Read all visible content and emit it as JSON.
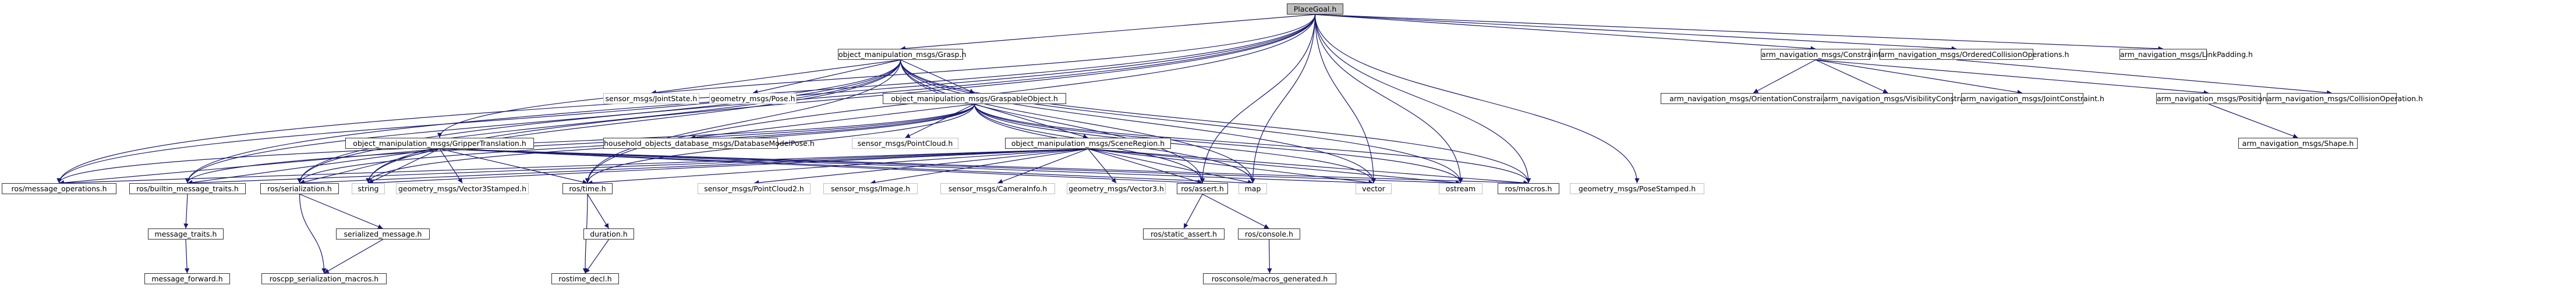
{
  "graph": {
    "title": "PlaceGoal.h",
    "edge_color": "#191970",
    "nodes": [
      {
        "id": "placegoal",
        "label": "PlaceGoal.h",
        "kind": "root"
      },
      {
        "id": "grasp",
        "label": "object_manipulation_msgs/Grasp.h",
        "kind": "doc"
      },
      {
        "id": "constraints",
        "label": "arm_navigation_msgs/Constraints.h",
        "kind": "doc"
      },
      {
        "id": "orderedcoll",
        "label": "arm_navigation_msgs/OrderedCollisionOperations.h",
        "kind": "doc"
      },
      {
        "id": "linkpadding",
        "label": "arm_navigation_msgs/LinkPadding.h",
        "kind": "doc"
      },
      {
        "id": "jointstate",
        "label": "sensor_msgs/JointState.h",
        "kind": "ext"
      },
      {
        "id": "pose",
        "label": "geometry_msgs/Pose.h",
        "kind": "ext"
      },
      {
        "id": "graspable",
        "label": "object_manipulation_msgs/GraspableObject.h",
        "kind": "doc"
      },
      {
        "id": "orientation",
        "label": "arm_navigation_msgs/OrientationConstraint.h",
        "kind": "doc"
      },
      {
        "id": "visibility",
        "label": "arm_navigation_msgs/VisibilityConstraint.h",
        "kind": "doc"
      },
      {
        "id": "jointconstraint",
        "label": "arm_navigation_msgs/JointConstraint.h",
        "kind": "doc"
      },
      {
        "id": "positionconstraint",
        "label": "arm_navigation_msgs/PositionConstraint.h",
        "kind": "doc"
      },
      {
        "id": "collisionop",
        "label": "arm_navigation_msgs/CollisionOperation.h",
        "kind": "doc"
      },
      {
        "id": "dbmodelpose",
        "label": "household_objects_database_msgs/DatabaseModelPose.h",
        "kind": "doc"
      },
      {
        "id": "pointcloud",
        "label": "sensor_msgs/PointCloud.h",
        "kind": "ext"
      },
      {
        "id": "grippertrans",
        "label": "object_manipulation_msgs/GripperTranslation.h",
        "kind": "doc"
      },
      {
        "id": "sceneregion",
        "label": "object_manipulation_msgs/SceneRegion.h",
        "kind": "doc"
      },
      {
        "id": "shape",
        "label": "arm_navigation_msgs/Shape.h",
        "kind": "doc"
      },
      {
        "id": "msgops",
        "label": "ros/message_operations.h",
        "kind": "doc"
      },
      {
        "id": "builtintraits",
        "label": "ros/builtin_message_traits.h",
        "kind": "doc"
      },
      {
        "id": "serialization",
        "label": "ros/serialization.h",
        "kind": "doc"
      },
      {
        "id": "string",
        "label": "string",
        "kind": "ext"
      },
      {
        "id": "vec3stamped",
        "label": "geometry_msgs/Vector3Stamped.h",
        "kind": "ext"
      },
      {
        "id": "rostime",
        "label": "ros/time.h",
        "kind": "doc"
      },
      {
        "id": "pointcloud2",
        "label": "sensor_msgs/PointCloud2.h",
        "kind": "ext"
      },
      {
        "id": "image",
        "label": "sensor_msgs/Image.h",
        "kind": "ext"
      },
      {
        "id": "camerainfo",
        "label": "sensor_msgs/CameraInfo.h",
        "kind": "ext"
      },
      {
        "id": "vector3",
        "label": "geometry_msgs/Vector3.h",
        "kind": "ext"
      },
      {
        "id": "assert",
        "label": "ros/assert.h",
        "kind": "doc"
      },
      {
        "id": "map",
        "label": "map",
        "kind": "ext"
      },
      {
        "id": "vector",
        "label": "vector",
        "kind": "ext"
      },
      {
        "id": "ostream",
        "label": "ostream",
        "kind": "ext"
      },
      {
        "id": "macros",
        "label": "ros/macros.h",
        "kind": "doc"
      },
      {
        "id": "posestamped",
        "label": "geometry_msgs/PoseStamped.h",
        "kind": "ext"
      },
      {
        "id": "msgtraits",
        "label": "message_traits.h",
        "kind": "doc"
      },
      {
        "id": "serializedmsg",
        "label": "serialized_message.h",
        "kind": "doc"
      },
      {
        "id": "duration",
        "label": "duration.h",
        "kind": "doc"
      },
      {
        "id": "staticassert",
        "label": "ros/static_assert.h",
        "kind": "doc"
      },
      {
        "id": "console",
        "label": "ros/console.h",
        "kind": "doc"
      },
      {
        "id": "msgforward",
        "label": "message_forward.h",
        "kind": "doc"
      },
      {
        "id": "serializationmacros",
        "label": "roscpp_serialization_macros.h",
        "kind": "doc"
      },
      {
        "id": "rostimedecl",
        "label": "rostime_decl.h",
        "kind": "doc"
      },
      {
        "id": "macrosgenerated",
        "label": "rosconsole/macros_generated.h",
        "kind": "doc"
      }
    ],
    "edges": [
      [
        "placegoal",
        "grasp"
      ],
      [
        "placegoal",
        "constraints"
      ],
      [
        "placegoal",
        "orderedcoll"
      ],
      [
        "placegoal",
        "linkpadding"
      ],
      [
        "placegoal",
        "msgops"
      ],
      [
        "placegoal",
        "builtintraits"
      ],
      [
        "placegoal",
        "serialization"
      ],
      [
        "placegoal",
        "string"
      ],
      [
        "placegoal",
        "vector"
      ],
      [
        "placegoal",
        "map"
      ],
      [
        "placegoal",
        "ostream"
      ],
      [
        "placegoal",
        "rostime"
      ],
      [
        "placegoal",
        "assert"
      ],
      [
        "placegoal",
        "macros"
      ],
      [
        "placegoal",
        "posestamped"
      ],
      [
        "placegoal",
        "grippertrans"
      ],
      [
        "grasp",
        "jointstate"
      ],
      [
        "grasp",
        "pose"
      ],
      [
        "grasp",
        "graspable"
      ],
      [
        "grasp",
        "msgops"
      ],
      [
        "grasp",
        "builtintraits"
      ],
      [
        "grasp",
        "serialization"
      ],
      [
        "grasp",
        "string"
      ],
      [
        "grasp",
        "vector"
      ],
      [
        "grasp",
        "map"
      ],
      [
        "grasp",
        "ostream"
      ],
      [
        "grasp",
        "rostime"
      ],
      [
        "grasp",
        "assert"
      ],
      [
        "grasp",
        "macros"
      ],
      [
        "graspable",
        "dbmodelpose"
      ],
      [
        "graspable",
        "pointcloud"
      ],
      [
        "graspable",
        "sceneregion"
      ],
      [
        "graspable",
        "msgops"
      ],
      [
        "graspable",
        "builtintraits"
      ],
      [
        "graspable",
        "serialization"
      ],
      [
        "graspable",
        "string"
      ],
      [
        "graspable",
        "vector"
      ],
      [
        "graspable",
        "map"
      ],
      [
        "graspable",
        "ostream"
      ],
      [
        "graspable",
        "rostime"
      ],
      [
        "graspable",
        "assert"
      ],
      [
        "graspable",
        "macros"
      ],
      [
        "grippertrans",
        "vec3stamped"
      ],
      [
        "grippertrans",
        "msgops"
      ],
      [
        "grippertrans",
        "builtintraits"
      ],
      [
        "grippertrans",
        "serialization"
      ],
      [
        "grippertrans",
        "string"
      ],
      [
        "grippertrans",
        "rostime"
      ],
      [
        "grippertrans",
        "vector"
      ],
      [
        "grippertrans",
        "map"
      ],
      [
        "grippertrans",
        "ostream"
      ],
      [
        "grippertrans",
        "assert"
      ],
      [
        "grippertrans",
        "macros"
      ],
      [
        "sceneregion",
        "pointcloud2"
      ],
      [
        "sceneregion",
        "image"
      ],
      [
        "sceneregion",
        "camerainfo"
      ],
      [
        "sceneregion",
        "vector3"
      ],
      [
        "sceneregion",
        "assert"
      ],
      [
        "sceneregion",
        "map"
      ],
      [
        "sceneregion",
        "vector"
      ],
      [
        "sceneregion",
        "ostream"
      ],
      [
        "sceneregion",
        "macros"
      ],
      [
        "sceneregion",
        "msgops"
      ],
      [
        "sceneregion",
        "builtintraits"
      ],
      [
        "sceneregion",
        "serialization"
      ],
      [
        "sceneregion",
        "string"
      ],
      [
        "sceneregion",
        "rostime"
      ],
      [
        "constraints",
        "orientation"
      ],
      [
        "constraints",
        "visibility"
      ],
      [
        "constraints",
        "jointconstraint"
      ],
      [
        "constraints",
        "positionconstraint"
      ],
      [
        "orderedcoll",
        "collisionop"
      ],
      [
        "positionconstraint",
        "shape"
      ],
      [
        "builtintraits",
        "msgtraits"
      ],
      [
        "msgtraits",
        "msgforward"
      ],
      [
        "serialization",
        "serializedmsg"
      ],
      [
        "serialization",
        "serializationmacros"
      ],
      [
        "serializedmsg",
        "serializationmacros"
      ],
      [
        "rostime",
        "duration"
      ],
      [
        "rostime",
        "rostimedecl"
      ],
      [
        "duration",
        "rostimedecl"
      ],
      [
        "assert",
        "staticassert"
      ],
      [
        "assert",
        "console"
      ],
      [
        "console",
        "macrosgenerated"
      ]
    ]
  }
}
